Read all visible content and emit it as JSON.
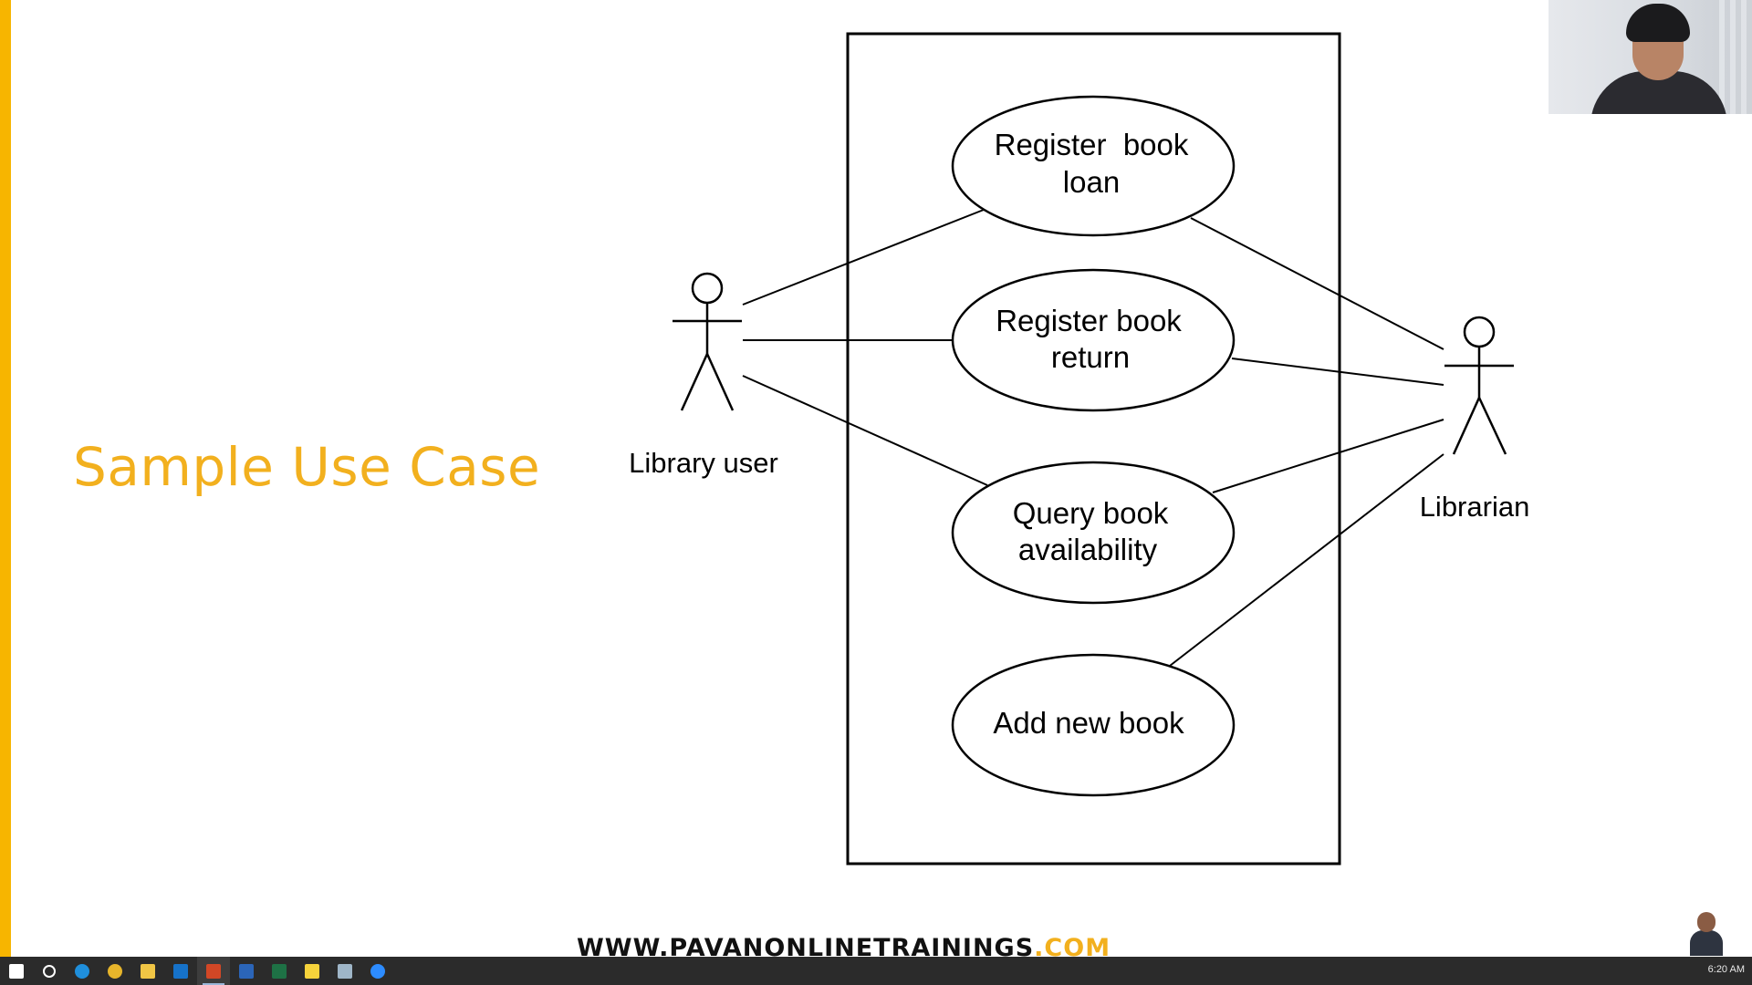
{
  "slide": {
    "title": "Sample Use Case",
    "accent_color": "#f2b01e"
  },
  "diagram": {
    "actors": [
      {
        "id": "library-user",
        "label": "Library user"
      },
      {
        "id": "librarian",
        "label": "Librarian"
      }
    ],
    "use_cases": [
      {
        "id": "register-loan",
        "lines": [
          "Register  book",
          "loan"
        ]
      },
      {
        "id": "register-return",
        "lines": [
          "Register book",
          "return"
        ]
      },
      {
        "id": "query-availability",
        "lines": [
          "Query book",
          "availability"
        ]
      },
      {
        "id": "add-new-book",
        "lines": [
          "Add new book"
        ]
      }
    ],
    "associations": [
      {
        "actor": "library-user",
        "use_case": "register-loan"
      },
      {
        "actor": "library-user",
        "use_case": "register-return"
      },
      {
        "actor": "library-user",
        "use_case": "query-availability"
      },
      {
        "actor": "librarian",
        "use_case": "register-loan"
      },
      {
        "actor": "librarian",
        "use_case": "register-return"
      },
      {
        "actor": "librarian",
        "use_case": "query-availability"
      },
      {
        "actor": "librarian",
        "use_case": "add-new-book"
      }
    ]
  },
  "footer": {
    "url_main": "WWW.PAVANONLINETRAININGS",
    "url_domain": ".COM"
  },
  "taskbar": {
    "icons": [
      {
        "name": "start-icon",
        "color": "#ffffff"
      },
      {
        "name": "search-icon",
        "color": "#ffffff"
      },
      {
        "name": "edge-icon",
        "color": "#1f8fdc"
      },
      {
        "name": "chrome-icon",
        "color": "#e7b52b"
      },
      {
        "name": "file-explorer-icon",
        "color": "#f1c645"
      },
      {
        "name": "outlook-icon",
        "color": "#1672c9"
      },
      {
        "name": "powerpoint-icon",
        "color": "#d24726"
      },
      {
        "name": "word-icon",
        "color": "#2b65b8"
      },
      {
        "name": "excel-icon",
        "color": "#1e7145"
      },
      {
        "name": "sticky-notes-icon",
        "color": "#f6d33b"
      },
      {
        "name": "notepad-icon",
        "color": "#9fb6c8"
      },
      {
        "name": "zoom-icon",
        "color": "#2d8cff"
      }
    ],
    "active_icon": "powerpoint-icon",
    "clock": "6:20 AM"
  }
}
